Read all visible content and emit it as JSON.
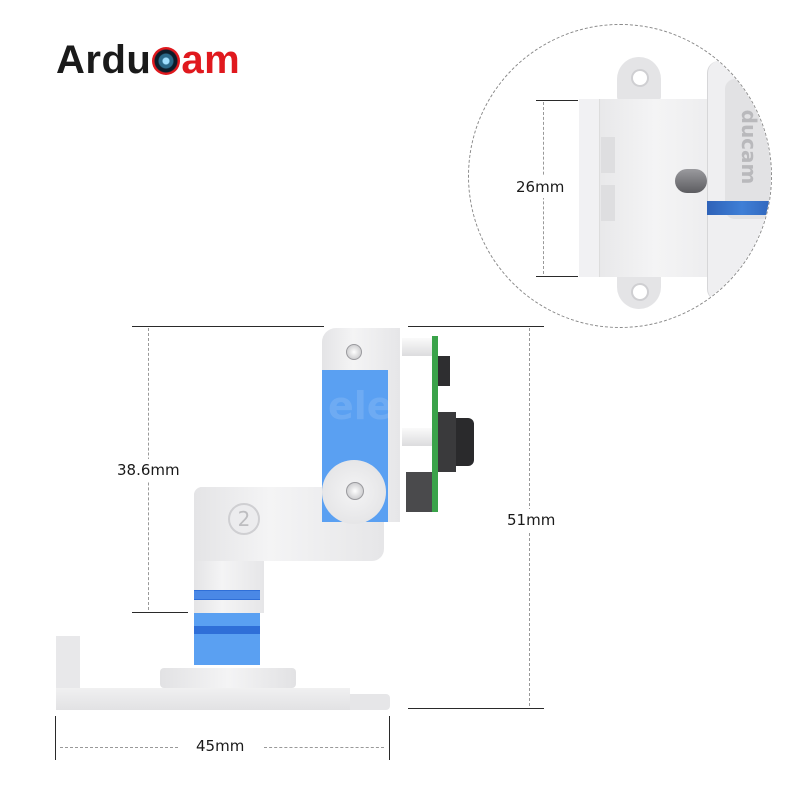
{
  "brand": {
    "name_dark": "Ardu",
    "name_red": "am",
    "lens_icon": "camera-lens-icon",
    "colors": {
      "dark": "#1a1a1a",
      "red": "#e0191e"
    }
  },
  "dimensions": {
    "inset_height": "26mm",
    "arm_height": "38.6mm",
    "total_height": "51mm",
    "base_width": "45mm"
  },
  "product": {
    "inset_embossed_text": "ducam",
    "arm_marker": "2",
    "watermark": "ele",
    "colors": {
      "body": "#ececee",
      "accent_blue": "#5aa0f2",
      "pcb_green": "#3aa34a",
      "sensor_dark": "#3a3a3a"
    }
  }
}
